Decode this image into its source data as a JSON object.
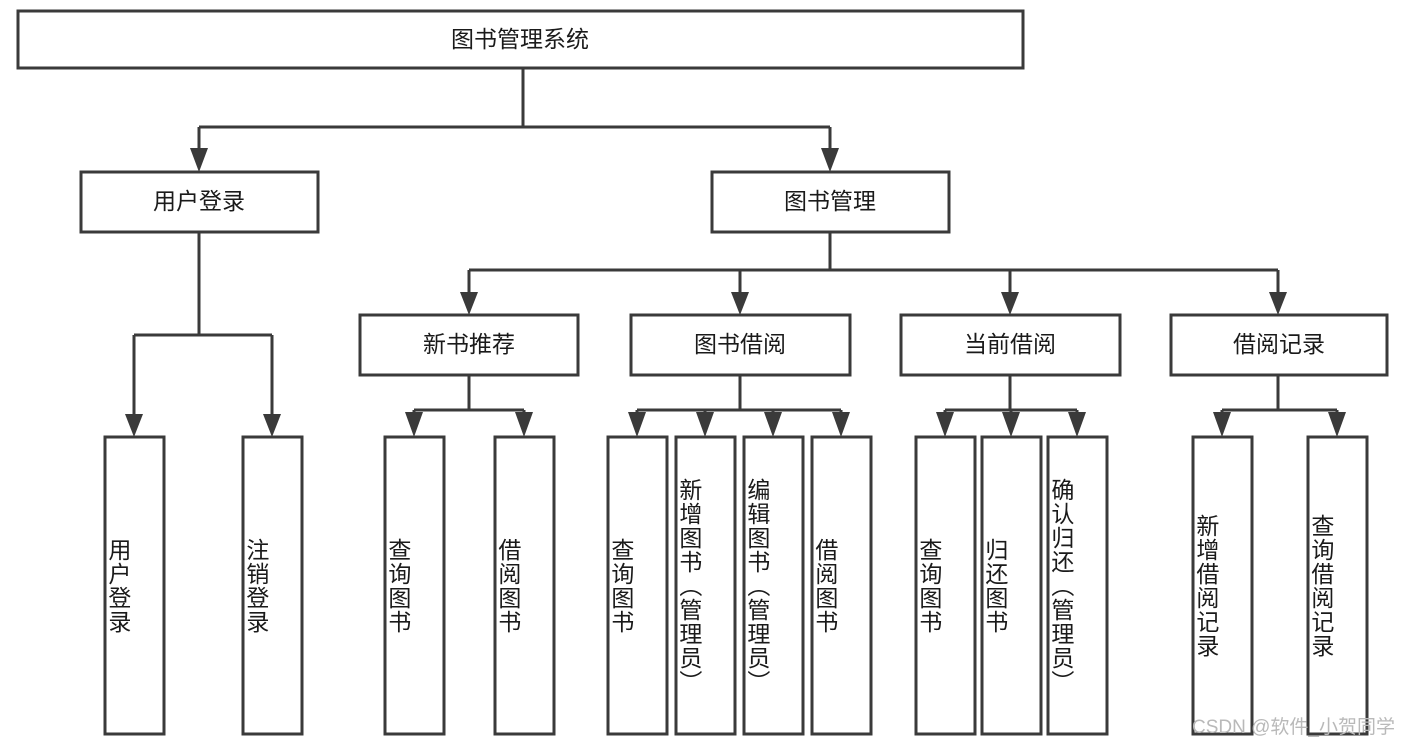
{
  "diagram": {
    "type": "hierarchy-tree",
    "title": "图书管理系统",
    "orientation": "top-down",
    "colors": {
      "stroke": "#3a3a3a",
      "box_fill": "#ffffff",
      "text": "#1a1a1a",
      "background": "#ffffff",
      "watermark": "#b9b9b9"
    },
    "root": {
      "label": "图书管理系统"
    },
    "level2": [
      {
        "label": "用户登录"
      },
      {
        "label": "图书管理"
      }
    ],
    "level3": [
      {
        "label": "新书推荐"
      },
      {
        "label": "图书借阅"
      },
      {
        "label": "当前借阅"
      },
      {
        "label": "借阅记录"
      }
    ],
    "leaves": {
      "user_login": [
        {
          "label": "用户登录"
        },
        {
          "label": "注销登录"
        }
      ],
      "new_book_recommend": [
        {
          "label": "查询图书"
        },
        {
          "label": "借阅图书"
        }
      ],
      "book_borrow": [
        {
          "label": "查询图书"
        },
        {
          "label": "新增图书（管理员）"
        },
        {
          "label": "编辑图书（管理员）"
        },
        {
          "label": "借阅图书"
        }
      ],
      "current_borrow": [
        {
          "label": "查询图书"
        },
        {
          "label": "归还图书"
        },
        {
          "label": "确认归还（管理员）"
        }
      ],
      "borrow_record": [
        {
          "label": "新增借阅记录"
        },
        {
          "label": "查询借阅记录"
        }
      ]
    }
  },
  "watermark": {
    "text": "CSDN @软件_小贺同学"
  }
}
